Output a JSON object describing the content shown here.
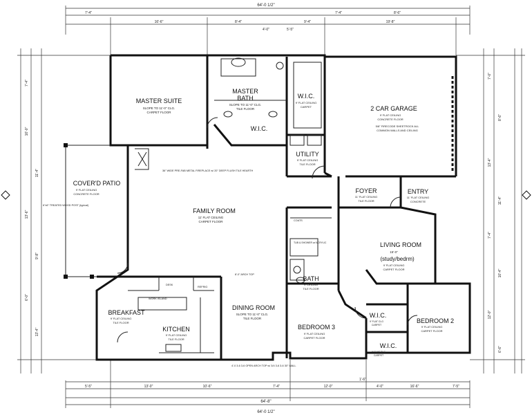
{
  "overall": {
    "top_width": "64'-0 1/2\"",
    "bottom_width": "64'-0 1/2\"",
    "bottom_width_inner": "64'-8\""
  },
  "rooms": {
    "master_suite": {
      "name": "MASTER SUITE",
      "note1": "SLOPE TO 11'-0\" CLG.",
      "note2": "CARPET FLOOR"
    },
    "master_bath": {
      "name_line1": "MASTER",
      "name_line2": "BATH",
      "note1": "SLOPE TO 11'-0\" CLG.",
      "note2": "TILE FLOOR"
    },
    "wic_master": {
      "name": "W.I.C.",
      "note1": "9' FLAT CEILING",
      "note2": "CARPET"
    },
    "wic_bath": {
      "name": "W.I.C."
    },
    "garage": {
      "name": "2 CAR GARAGE",
      "note1": "9' FLAT CEILING",
      "note2": "CONCRETE FLOOR",
      "note3": "5/8\" FIRECODE SHEETROCK ALL",
      "note4": "COMMON WALLS AND CEILING"
    },
    "utility": {
      "name": "UTILITY",
      "note1": "9' FLAT CEILING",
      "note2": "TILE FLOOR"
    },
    "patio": {
      "name": "COVER'D PATIO",
      "note1": "9' FLAT CEILING",
      "note2": "CONCRETE FLOOR"
    },
    "family_room": {
      "name": "FAMILY ROOM",
      "note1": "11' FLAT CEILING",
      "note2": "CARPET FLOOR"
    },
    "foyer": {
      "name": "FOYER",
      "note1": "11' FLAT CEILING",
      "note2": "TILE FLOOR"
    },
    "entry": {
      "name": "ENTRY",
      "note1": "11' FLAT CEILING",
      "note2": "CONCRETE"
    },
    "living_room": {
      "name": "LIVING ROOM",
      "size": "15'-0\"",
      "sub": "(study/bedrm)",
      "note1": "9' FLAT CEILING",
      "note2": "CARPET FLOOR"
    },
    "bath": {
      "name": "BATH",
      "note1": "9' CEILING",
      "note2": "TILE FLOOR"
    },
    "breakfast": {
      "name": "BREAKFAST",
      "note1": "9' FLAT CEILING",
      "note2": "TILE FLOOR"
    },
    "kitchen": {
      "name": "KITCHEN",
      "note1": "9' FLAT CEILING",
      "note2": "TILE FLOOR"
    },
    "dining_room": {
      "name": "DINING ROOM",
      "note1": "SLOPE TO 11'-0\" CLG.",
      "note2": "TILE FLOOR"
    },
    "bedroom3": {
      "name": "BEDROOM 3",
      "note1": "9' FLAT CEILING",
      "note2": "CARPET FLOOR"
    },
    "bedroom2": {
      "name": "BEDROOM 2",
      "note1": "9' FLAT CEILING",
      "note2": "CARPET FLOOR"
    },
    "wic_b2a": {
      "name": "W.I.C.",
      "note1": "9' FLAT CLG",
      "note2": "CARPET"
    },
    "wic_b2b": {
      "name": "W.I.C.",
      "note1": "9' FLAT CLG",
      "note2": "CARPET"
    }
  },
  "labels": {
    "fireplace": "36\" WIDE PRE-FAB METAL FIREPLACE w/ 20\" DEEP FLUSH TILE HEARTH",
    "post": "6\"x6\" TREATED WOOD POST (typical)",
    "island": "WORK ISLAND",
    "desk": "DESK",
    "refrig": "REFRIG",
    "coats": "COATS",
    "shower": "TUB & SHOWER w/ ACRYLIC",
    "arch_top": "8'-0\" ARCH TOP",
    "arch_bottom": "4'-0 3-6 3-6 OPEN ARCH TOP w/ 3/4 3-6 3-6 30\" WALL"
  },
  "dims": {
    "top": [
      "7'-4\"",
      "16'-6\"",
      "8'-4\"",
      "4'-0\"",
      "5'-5\"",
      "9'-4\"",
      "7'-4\"",
      "8'-6\"",
      "19'-8\""
    ],
    "bottom": [
      "5'-5\"",
      "13'-0\"",
      "10'-6\"",
      "7'-4\"",
      "12'-0\"",
      "1'-6\"",
      "4'-0\"",
      "16'-6\"",
      "7'-5\""
    ],
    "left": [
      "7'-4\"",
      "16'-0\"",
      "11'-4\"",
      "13'-6\"",
      "9'-8\"",
      "6'-0\"",
      "13'-4\""
    ],
    "right": [
      "7'-0\"",
      "8'-6\"",
      "13'-4\"",
      "11'-4\"",
      "7'-4\"",
      "10'-4\"",
      "12'-0\"",
      "6'-6\""
    ]
  }
}
